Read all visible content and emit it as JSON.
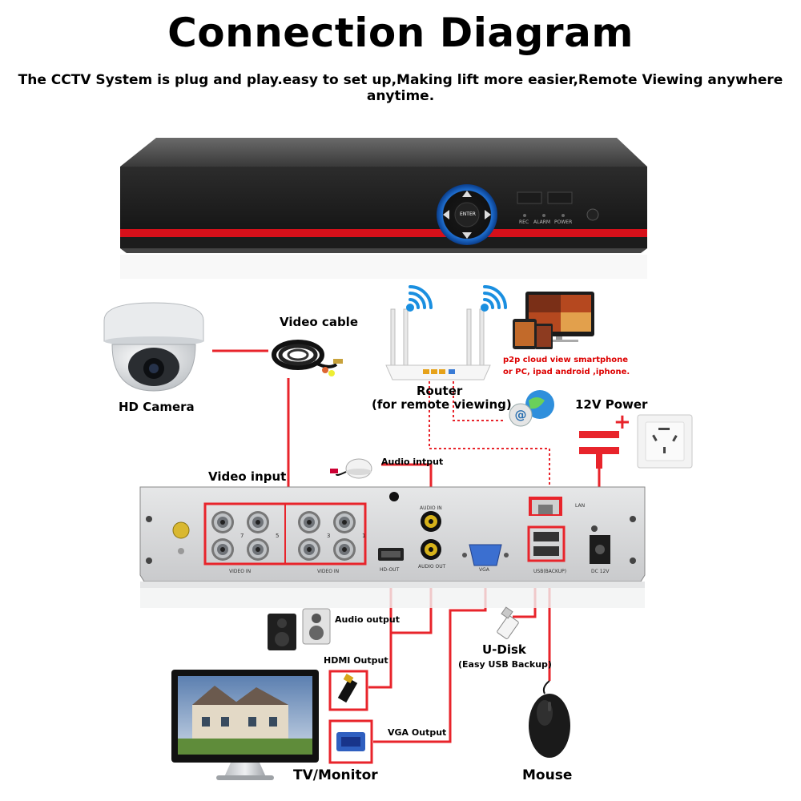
{
  "header": {
    "title": "Connection Diagram",
    "subtitle": "The CCTV System is plug and play.easy to set up,Making lift more easier,Remote Viewing anywhere anytime."
  },
  "dvr_front": {
    "enter_label": "ENTER",
    "indicators": [
      "REC",
      "ALARM",
      "POWER"
    ]
  },
  "components": {
    "hd_camera": "HD Camera",
    "video_cable": "Video cable",
    "router": "Router",
    "router_note": "(for remote viewing)",
    "p2p_line1": "p2p cloud  view smartphone",
    "p2p_line2": "or PC, ipad android ,iphone.",
    "power": "12V Power",
    "power_plus": "+",
    "video_input": "Video input",
    "audio_input": "Audio intput",
    "audio_output": "Audio output",
    "hdmi_output": "HDMI Output",
    "vga_output": "VGA Output",
    "udisk": "U-Disk",
    "udisk_note": "(Easy USB Backup)",
    "monitor": "TV/Monitor",
    "mouse": "Mouse"
  },
  "dvr_rear": {
    "video_in_1": "VIDEO IN",
    "video_in_2": "VIDEO IN",
    "audio_in": "AUDIO IN",
    "audio_out": "AUDIO OUT",
    "hdmi": "HD-OUT",
    "vga": "VGA",
    "lan": "LAN",
    "usb": "USB(BACKUP)",
    "dc": "DC 12V",
    "bnc_numbers": [
      "7",
      "5",
      "3",
      "1"
    ]
  },
  "colors": {
    "cable_red": "#e8242b",
    "dvr_body": "#2a2a2a",
    "dvr_accent": "#d6101a",
    "wifi_blue": "#1a8fe0",
    "panel_grey": "#d9dadb"
  }
}
